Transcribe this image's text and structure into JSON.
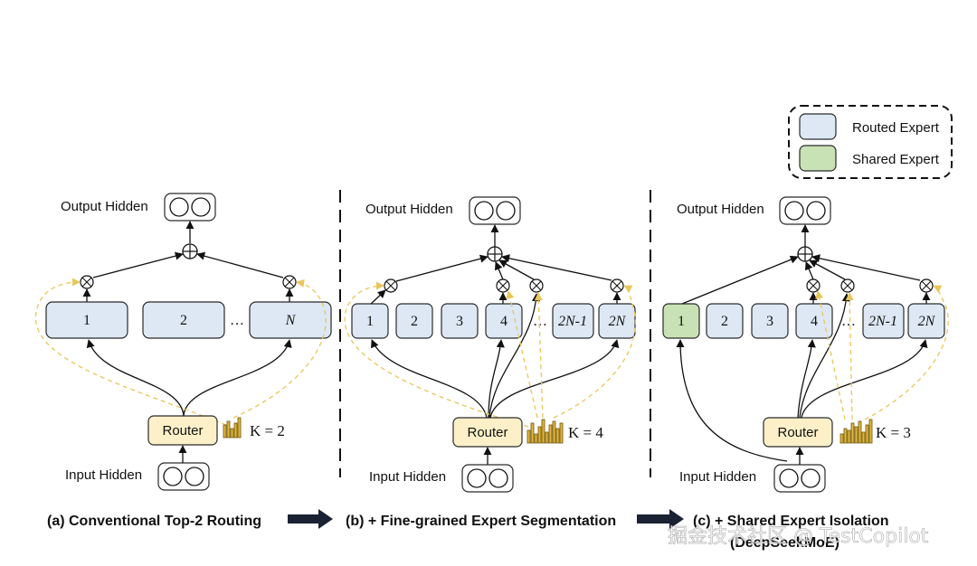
{
  "legend": {
    "routed_label": "Routed Expert",
    "shared_label": "Shared Expert",
    "routed_color": "#dde8f4",
    "shared_color": "#c9e2b5"
  },
  "colors": {
    "router_fill": "#fdf0c8",
    "dashed_route": "#e9c65a",
    "score_bar": "#e3b73a"
  },
  "panels": [
    {
      "output_label": "Output Hidden",
      "input_label": "Input Hidden",
      "router_label": "Router",
      "k_text": "K = 2",
      "k_value": 2,
      "experts": [
        "1",
        "2",
        "…",
        "N"
      ],
      "caption": "(a) Conventional Top-2 Routing"
    },
    {
      "output_label": "Output Hidden",
      "input_label": "Input Hidden",
      "router_label": "Router",
      "k_text": "K = 4",
      "k_value": 4,
      "experts": [
        "1",
        "2",
        "3",
        "4",
        "…",
        "2N-1",
        "2N"
      ],
      "caption": "(b) + Fine-grained Expert Segmentation"
    },
    {
      "output_label": "Output Hidden",
      "input_label": "Input Hidden",
      "router_label": "Router",
      "k_text": "K = 3",
      "k_value": 3,
      "experts": [
        "1",
        "2",
        "3",
        "4",
        "…",
        "2N-1",
        "2N"
      ],
      "caption": "(c) + Shared Expert Isolation",
      "caption_line2": "(DeepSeekMoE)"
    }
  ],
  "watermark": "掘金技术社区 @ TestCopilot"
}
